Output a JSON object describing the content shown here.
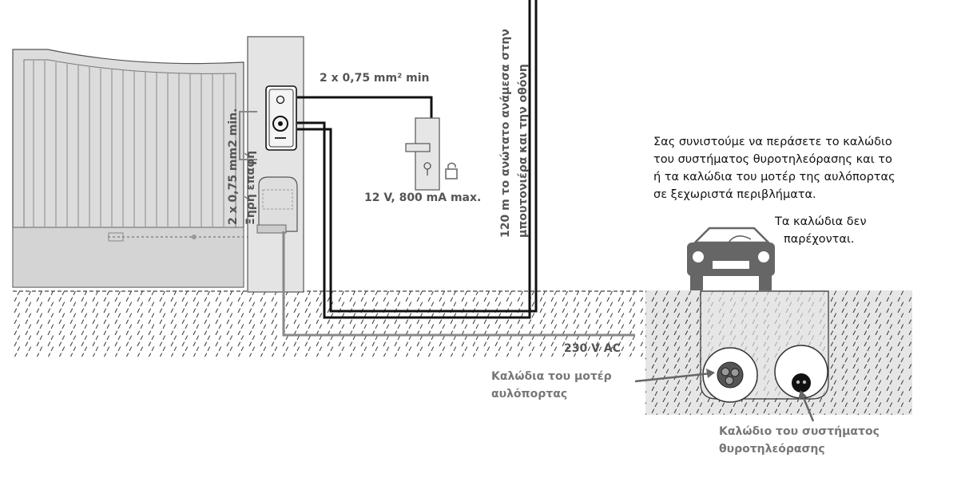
{
  "labels": {
    "cable_intercom": "2 x 0,75 mm² min",
    "lock_spec": "12 V, 800 mA max.",
    "cable_gate_line1": "2 x 0,75 mm2 min.",
    "cable_gate_line2": "Ξηρή επαφή",
    "max_distance_line1": "120 m το ανώτατο ανάμεσα στην",
    "max_distance_line2": "μπουτονιέρα και την οθόνη",
    "mains": "230 V AC",
    "motor_cables_line1": "Καλώδια του μοτέρ",
    "motor_cables_line2": "αυλόπορτας",
    "intercom_cable_line1": "Καλώδιο του συστήματος",
    "intercom_cable_line2": "θυροτηλεόρασης"
  },
  "note": {
    "line1": "Σας συνιστούμε να περάσετε το καλώδιο",
    "line2": "του συστήματος θυροτηλεόρασης και το",
    "line3": "ή τα καλώδια του μοτέρ της αυλόπορτας",
    "line4": "σε ξεχωριστά περιβλήματα.",
    "supplied_line1": "Τα καλώδια δεν",
    "supplied_line2": "παρέχονται."
  },
  "colors": {
    "ground": "#f3f3f3",
    "gate": "#dcdcdc",
    "cable_black": "#111111",
    "cable_grey": "#888888",
    "inset_bg": "#e6e6e6"
  }
}
